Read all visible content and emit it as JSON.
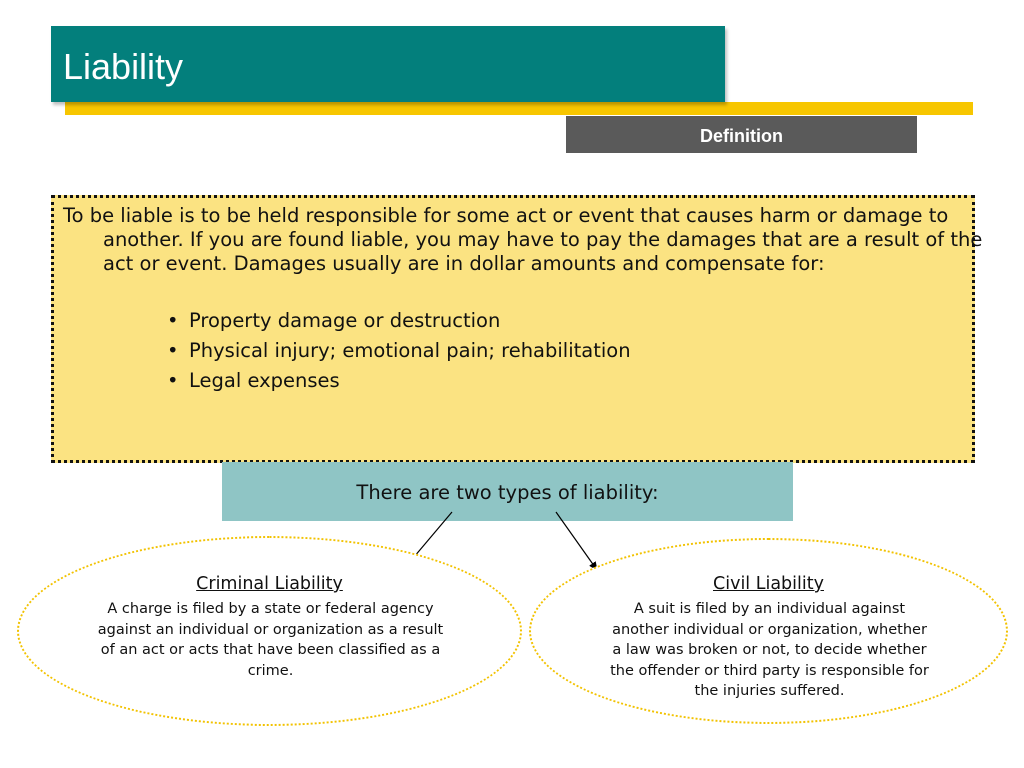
{
  "slide": {
    "title": "Liability",
    "section_tag": "Definition"
  },
  "definition": {
    "paragraph": "To be liable is to be held responsible for some act or event that causes harm or damage to another.  If you are found liable, you may have to pay the damages that are a result of the act or event.  Damages usually are in dollar amounts and compensate for:",
    "bullet_glyph": "•",
    "bullets": [
      "Property damage or destruction",
      "Physical injury; emotional pain; rehabilitation",
      "Legal expenses"
    ]
  },
  "types_box": {
    "text": "There are two types of liability:"
  },
  "criminal": {
    "title": "Criminal Liability",
    "body": "A charge is filed by a state or federal agency against an individual or organization as a result of an act or acts that have been classified as a crime."
  },
  "civil": {
    "title": "Civil Liability",
    "body": "A suit is filed by an individual against another individual or organization, whether a law was broken or not, to decide whether the offender or third party is responsible for the injuries suffered."
  },
  "colors": {
    "title_band": "#037f7c",
    "accent_bar": "#f7c600",
    "definition_fill": "#fbe382",
    "types_fill": "#8fc5c5",
    "tag_fill": "#5a5a5a",
    "ellipse_border": "#f2c200"
  }
}
